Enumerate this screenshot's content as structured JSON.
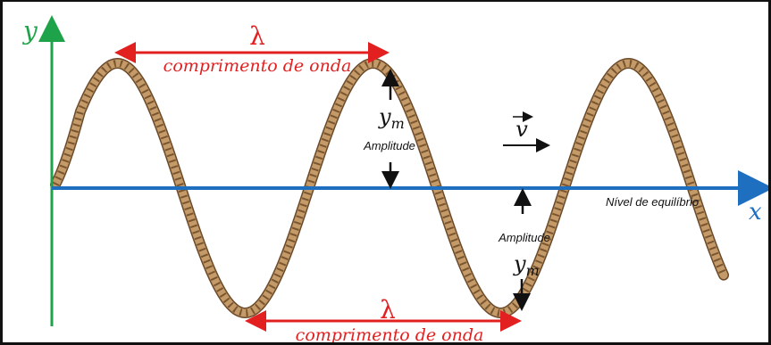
{
  "labels": {
    "y_axis": "y",
    "x_axis": "x",
    "lambda_top": "λ",
    "wavelength_top": "comprimento de onda",
    "lambda_bottom": "λ",
    "wavelength_bottom": "comprimento de onda",
    "ym_top_base": "y",
    "ym_top_sub": "m",
    "amplitude_top": "Amplitude",
    "velocity": "v",
    "ym_bottom_base": "y",
    "ym_bottom_sub": "m",
    "amplitude_bottom": "Amplitude",
    "equilibrium": "Nível de equilíbrio"
  },
  "colors": {
    "y_axis": "#1fa34a",
    "x_axis": "#1f6fc0",
    "wavelength": "#e32020",
    "rope": "#b8895a",
    "rope_dark": "#6b4a2a",
    "arrows": "#111111"
  }
}
